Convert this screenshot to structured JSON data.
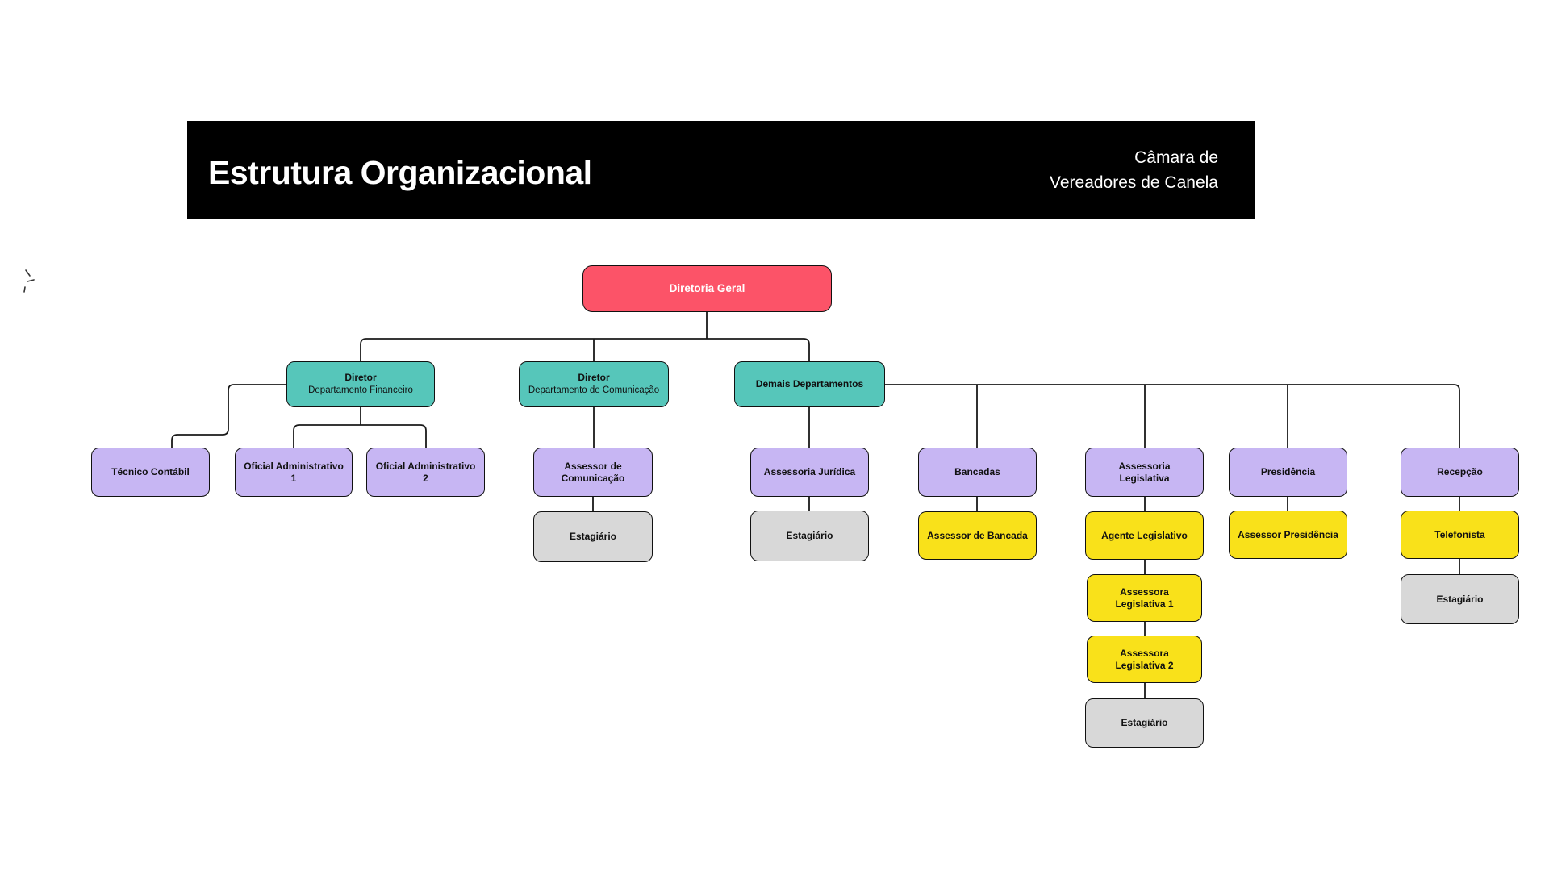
{
  "header": {
    "title": "Estrutura Organizacional",
    "org_line1": "Câmara de",
    "org_line2": "Vereadores de Canela",
    "bg": "#000000",
    "text_color": "#ffffff"
  },
  "colors": {
    "red": "#FC5368",
    "teal": "#56C6BA",
    "purple": "#C7B6F3",
    "yellow": "#F9E11A",
    "gray": "#D8D8D8",
    "line": "#1a1a1a",
    "canvas": "#ffffff",
    "node_border": "#111111"
  },
  "icons": {
    "sparkle": "hand-drawn-dash-sparkle"
  },
  "org_chart": {
    "nodes": [
      {
        "id": "diretoria-geral",
        "label": "Diretoria Geral",
        "color": "red",
        "parent": null
      },
      {
        "id": "diretor-financeiro",
        "label": "Diretor",
        "sublabel": "Departamento Financeiro",
        "color": "teal",
        "parent": "diretoria-geral"
      },
      {
        "id": "diretor-comunicacao",
        "label": "Diretor",
        "sublabel": "Departamento de Comunicação",
        "color": "teal",
        "parent": "diretoria-geral"
      },
      {
        "id": "demais-departamentos",
        "label": "Demais Departamentos",
        "color": "teal",
        "parent": "diretoria-geral"
      },
      {
        "id": "tecnico-contabil",
        "label": "Técnico Contábil",
        "color": "purple",
        "parent": "diretor-financeiro"
      },
      {
        "id": "oficial-administrativo-1",
        "label": "Oficial Administrativo 1",
        "color": "purple",
        "parent": "diretor-financeiro"
      },
      {
        "id": "oficial-administrativo-2",
        "label": "Oficial Administrativo 2",
        "color": "purple",
        "parent": "diretor-financeiro"
      },
      {
        "id": "assessor-de-comunicacao",
        "label": "Assessor de Comunicação",
        "color": "purple",
        "parent": "diretor-comunicacao"
      },
      {
        "id": "estagiario-comunicacao",
        "label": "Estagiário",
        "color": "gray",
        "parent": "assessor-de-comunicacao"
      },
      {
        "id": "assessoria-juridica",
        "label": "Assessoria Jurídica",
        "color": "purple",
        "parent": "demais-departamentos"
      },
      {
        "id": "estagiario-juridica",
        "label": "Estagiário",
        "color": "gray",
        "parent": "assessoria-juridica"
      },
      {
        "id": "bancadas",
        "label": "Bancadas",
        "color": "purple",
        "parent": "demais-departamentos"
      },
      {
        "id": "assessor-de-bancada",
        "label": "Assessor de Bancada",
        "color": "yellow",
        "parent": "bancadas"
      },
      {
        "id": "assessoria-legislativa",
        "label": "Assessoria Legislativa",
        "color": "purple",
        "parent": "demais-departamentos"
      },
      {
        "id": "agente-legislativo",
        "label": "Agente Legislativo",
        "color": "yellow",
        "parent": "assessoria-legislativa"
      },
      {
        "id": "assessora-legislativa-1",
        "label": "Assessora Legislativa 1",
        "color": "yellow",
        "parent": "agente-legislativo"
      },
      {
        "id": "assessora-legislativa-2",
        "label": "Assessora Legislativa 2",
        "color": "yellow",
        "parent": "assessora-legislativa-1"
      },
      {
        "id": "estagiario-legislativa",
        "label": "Estagiário",
        "color": "gray",
        "parent": "assessora-legislativa-2"
      },
      {
        "id": "presidencia",
        "label": "Presidência",
        "color": "purple",
        "parent": "demais-departamentos"
      },
      {
        "id": "assessor-presidencia",
        "label": "Assessor Presidência",
        "color": "yellow",
        "parent": "presidencia"
      },
      {
        "id": "recepcao",
        "label": "Recepção",
        "color": "purple",
        "parent": "demais-departamentos"
      },
      {
        "id": "telefonista",
        "label": "Telefonista",
        "color": "yellow",
        "parent": "recepcao"
      },
      {
        "id": "estagiario-recepcao",
        "label": "Estagiário",
        "color": "gray",
        "parent": "telefonista"
      }
    ]
  }
}
